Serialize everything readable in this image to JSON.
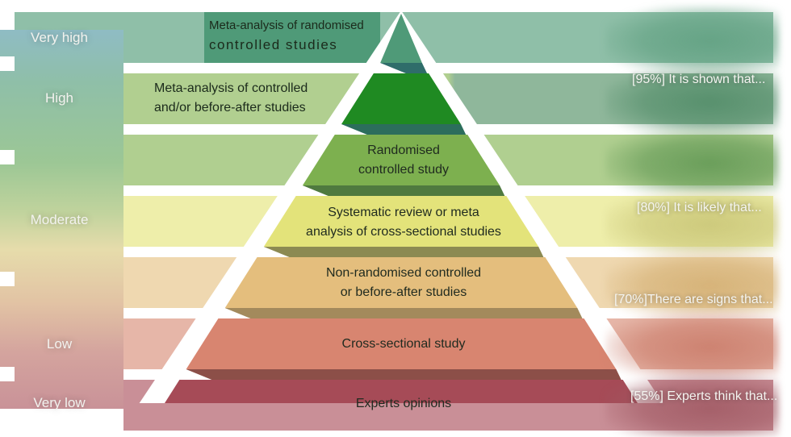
{
  "diagram": {
    "type": "evidence-pyramid",
    "levels": [
      {
        "label": "Very high",
        "band_color": "#8fbfa8",
        "tier_color": "#4f9a78",
        "shade_color": "#2f6d6a",
        "fade_color": "#5f9f80"
      },
      {
        "label": "High",
        "band_color": "#b1cf90",
        "right_color": "#8fb79b",
        "tier_color": "#1f8a22",
        "shade_color": "#2c6e5c",
        "fade_color": "#4f8a66"
      },
      {
        "label": "",
        "band_color": "#b0cf90",
        "tier_color": "#7db04f",
        "shade_color": "#4f7a3f",
        "fade_color": "#5f9652"
      },
      {
        "label": "Moderate",
        "band_color": "#eeeeaa",
        "tier_color": "#e3e37a",
        "shade_color": "#8c8a52",
        "fade_color": "#c8c475"
      },
      {
        "label": "",
        "band_color": "#efd8b0",
        "tier_color": "#e4be7d",
        "shade_color": "#a38a5c",
        "fade_color": "#d2ad70"
      },
      {
        "label": "Low",
        "band_color": "#e6b6a8",
        "tier_color": "#d88570",
        "shade_color": "#8c4f48",
        "fade_color": "#c97a68"
      },
      {
        "label": "Very low",
        "band_color": "#c98f97",
        "tier_color": "#a64b57",
        "shade_color": "#7a3a45",
        "fade_color": "#9f5862"
      }
    ],
    "tiers": [
      {
        "text_lines": [
          "Meta-analysis of randomised",
          "controlled studies"
        ]
      },
      {
        "text_lines": [
          "Meta-analysis of controlled",
          "and/or before-after studies"
        ]
      },
      {
        "text_lines": [
          "Randomised",
          "controlled study"
        ]
      },
      {
        "text_lines": [
          "Systematic review or meta",
          "analysis of cross-sectional studies"
        ]
      },
      {
        "text_lines": [
          "Non-randomised controlled",
          "or before-after studies"
        ]
      },
      {
        "text_lines": [
          "Cross-sectional study"
        ]
      },
      {
        "text_lines": [
          "Experts opinions"
        ]
      }
    ],
    "certainty_statements": [
      {
        "level_index": 1,
        "text": "[95%] It is shown that..."
      },
      {
        "level_index": 3,
        "text": "[80%] It is likely that..."
      },
      {
        "level_index": 4,
        "text": "[70%]There are signs that..."
      },
      {
        "level_index": 6,
        "text": "[55%] Experts think that..."
      }
    ]
  }
}
